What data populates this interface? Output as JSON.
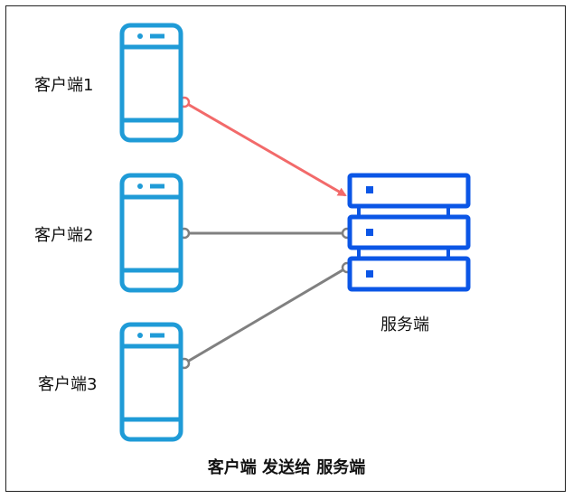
{
  "clients": [
    {
      "label": "客户端1"
    },
    {
      "label": "客户端2"
    },
    {
      "label": "客户端3"
    }
  ],
  "server": {
    "label": "服务端"
  },
  "caption": "客户端 发送给 服务端",
  "colors": {
    "phone": "#1f9bd7",
    "server": "#0b56e6",
    "active_arrow": "#f26a6a",
    "connector": "#808080"
  }
}
